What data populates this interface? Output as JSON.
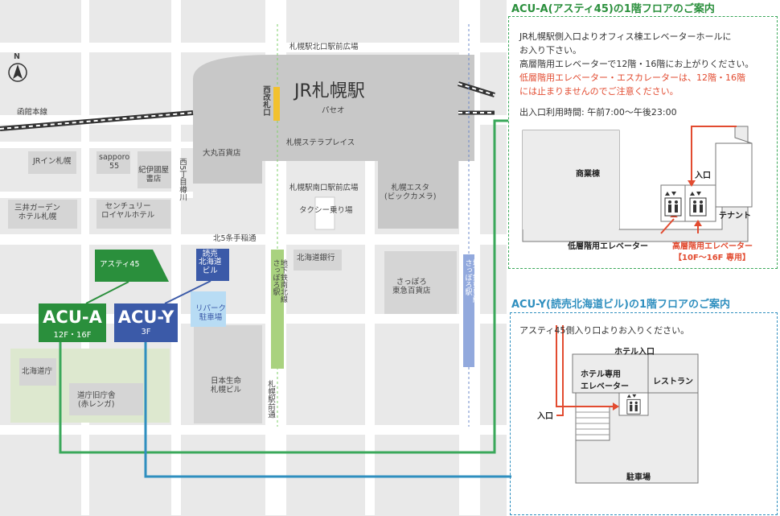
{
  "map": {
    "north": "N",
    "station": "JR札幌駅",
    "gate_west": "西改札口",
    "plaza_north": "札幌駅北口駅前広場",
    "plaza_south": "札幌駅南口駅前広場",
    "paseo": "パセオ",
    "stellar": "札幌ステラプレイス",
    "daimaru": "大丸百貨店",
    "esta": "札幌エスタ\n(ビックカメラ)",
    "hakodate_line": "函館本線",
    "jr_inn": "JRイン札幌",
    "sapporo55": "sapporo\n55",
    "kinokuniya": "紀伊國屋\n書店",
    "nishi5": "西5丁目樽川",
    "mitsui": "三井ガーデン\nホテル札幌",
    "century": "センチュリー\nロイヤルホテル",
    "taxi": "タクシー乗り場",
    "kita5": "北5条手稲通",
    "hokkaido_bank": "北海道銀行",
    "tokyu": "さっぽろ\n東急百貨店",
    "namboku": "地下鉄南北線\nさっぽろ駅",
    "toho": "地下鉄東豊線\nさっぽろ駅",
    "ekimae_dori": "札幌駅前通",
    "astey45": "アスティ45",
    "yomiuri": "読売\n北海道\nビル",
    "repark": "リパーク\n駐車場",
    "dochou": "北海道庁",
    "akarenga": "道庁旧庁舎\n(赤レンガ)",
    "nissay": "日本生命\n札幌ビル"
  },
  "tags": {
    "acu_a": {
      "name": "ACU-A",
      "floors": "12F・16F"
    },
    "acu_y": {
      "name": "ACU-Y",
      "floors": "3F"
    }
  },
  "panel_a": {
    "title": "ACU-A(アスティ45)の1階フロアのご案内",
    "line1": "JR札幌駅側入口よりオフィス棟エレベーターホールに",
    "line2": "お入り下さい。",
    "line3": "高層階用エレベーターで12階・16階にお上がりください。",
    "warn1": "低層階用エレベーター・エスカレーターは、12階・16階",
    "warn2": "には止まりませんのでご注意ください。",
    "hours": "出入口利用時間: 午前7:00〜午後23:00",
    "commercial": "商業棟",
    "entrance": "入口",
    "tenant": "テナント",
    "low_elev": "低層階用エレベーター",
    "high_elev": "高層階用エレベーター",
    "high_elev_floors": "【10F〜16F 専用】"
  },
  "panel_y": {
    "title": "ACU-Y(読売北海道ビル)の1階フロアのご案内",
    "line1": "アスティ45側入り口よりお入りください。",
    "hotel_entrance": "ホテル入口",
    "hotel_elev": "ホテル専用\nエレベーター",
    "restaurant": "レストラン",
    "entrance": "入口",
    "parking": "駐車場"
  },
  "colors": {
    "green": "#2a8f3c",
    "blue": "#3b5aa8",
    "route_green": "#3aa85a",
    "route_blue": "#2f8fbf",
    "warn": "#e24b30"
  }
}
